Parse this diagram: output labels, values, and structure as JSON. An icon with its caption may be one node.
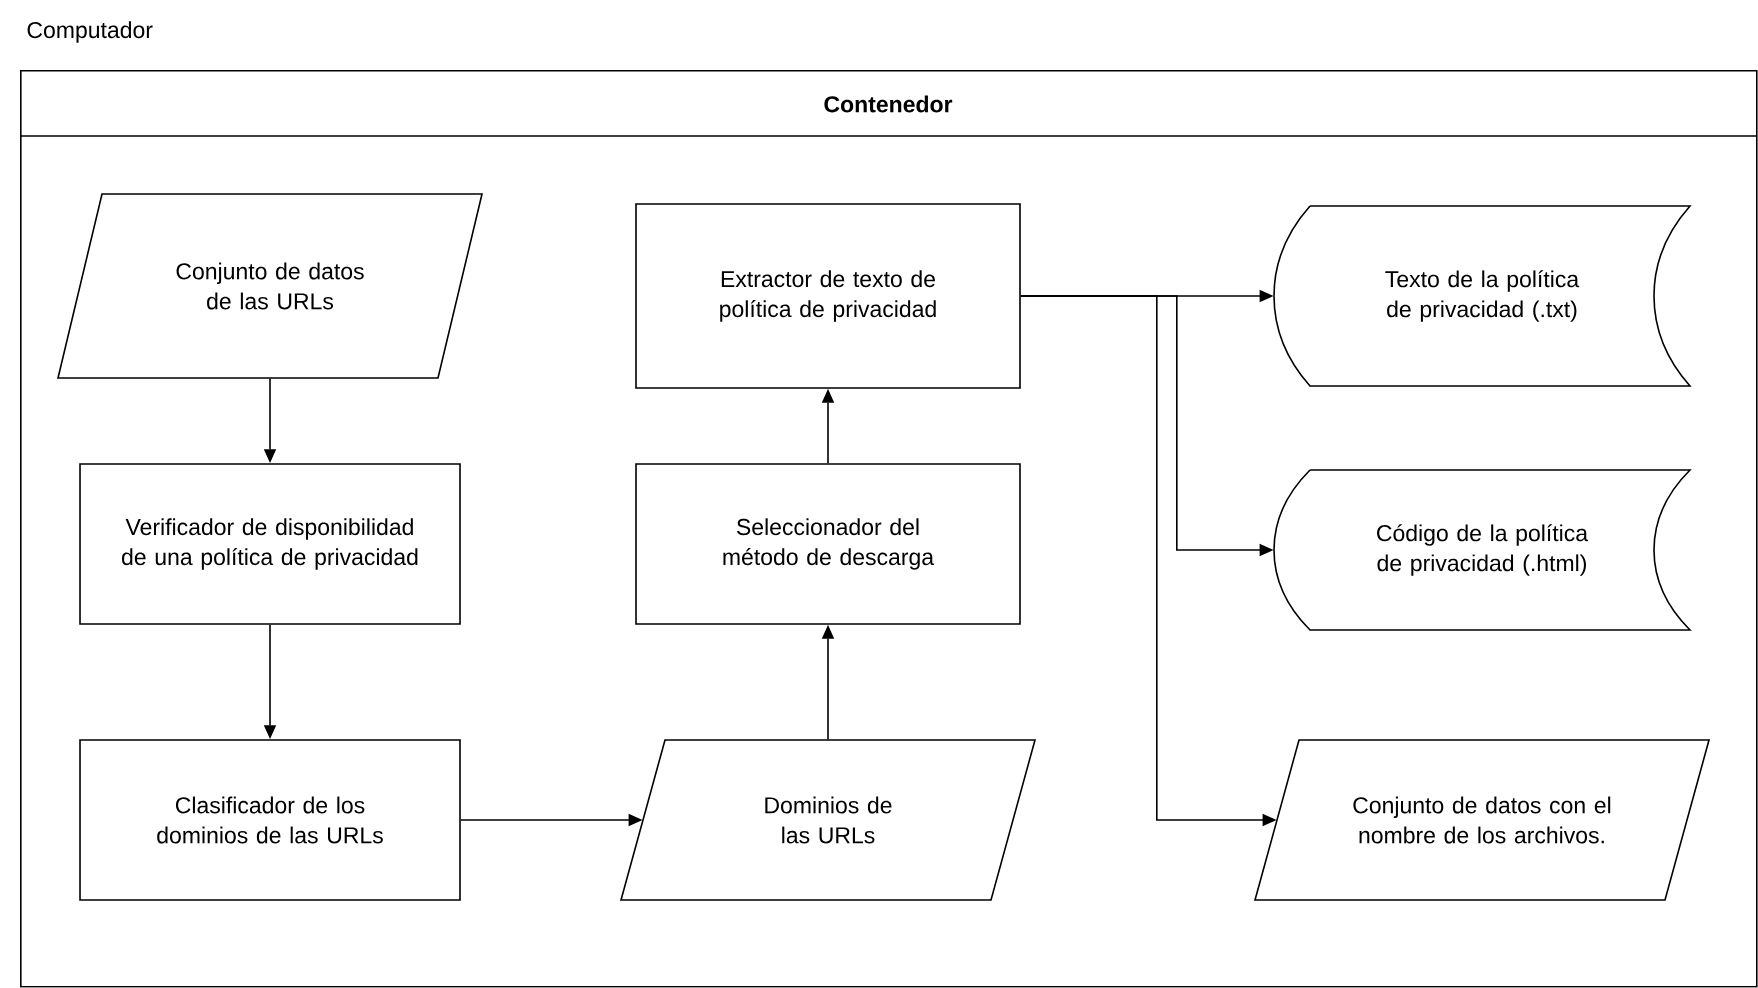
{
  "diagram": {
    "nodes": [
      {
        "text": [
          "Contenedor"
        ]
      },
      {
        "text": [
          "Conjunto de datos de las URLs"
        ],
        "in": 0
      },
      {
        "text": [
          "Verificador de disponibilidad de una política de privacidad"
        ],
        "in": 0
      },
      {
        "text": [
          "Clasificador de los dominios de las URLs"
        ],
        "in": 0
      },
      {
        "text": [
          "Dominios de las URLs"
        ],
        "in": 0
      },
      {
        "text": [
          "Seleccionador del método de descarga"
        ],
        "in": 0
      },
      {
        "text": [
          "Extractor de texto de política de privacidad"
        ],
        "in": 0
      },
      {
        "text": [
          "Texto de la política de privacidad (.txt)"
        ],
        "in": 0
      },
      {
        "text": [
          "Código de la política de privacidad (.html)"
        ],
        "in": 0
      },
      {
        "text": [
          "Conjunto de datos con el nombre de los archivos."
        ],
        "in": 0
      }
    ],
    "edges": [
      {
        "from": 1,
        "to": 2,
        "arrow": "to"
      },
      {
        "from": 2,
        "to": 3,
        "arrow": "to"
      },
      {
        "from": 3,
        "to": 4,
        "arrow": "to"
      },
      {
        "from": 4,
        "to": 5,
        "arrow": "to"
      },
      {
        "from": 5,
        "to": 6,
        "arrow": "to"
      },
      {
        "from": 6,
        "to": 7,
        "arrow": "to"
      },
      {
        "from": 6,
        "to": 8,
        "arrow": "to"
      },
      {
        "from": 6,
        "to": 9,
        "arrow": "to"
      }
    ],
    "labels": [
      "Computador"
    ]
  }
}
